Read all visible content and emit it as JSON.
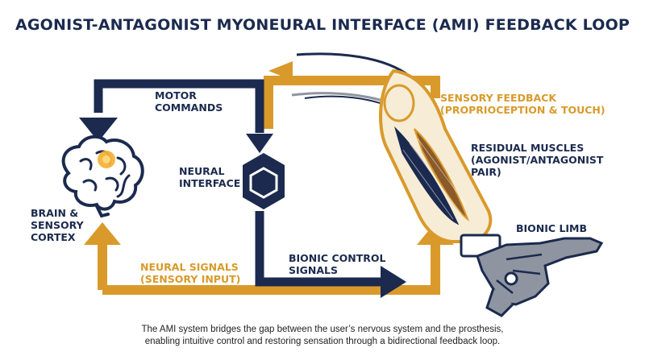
{
  "title": "AGONIST-ANTAGONIST MYONEURAL INTERFACE (AMI) FEEDBACK LOOP",
  "labels": {
    "motor_commands": "MOTOR\nCOMMANDS",
    "neural_interface": "NEURAL\nINTERFACE",
    "brain": "BRAIN &\nSENSORY\nCORTEX",
    "sensory_feedback": "SENSORY FEEDBACK\n(PROPRIOCEPTION & TOUCH)",
    "residual_muscles": "RESIDUAL MUSCLES\n(AGONIST/ANTAGONIST\nPAIR)",
    "bionic_limb": "BIONIC LIMB",
    "bionic_control": "BIONIC CONTROL\nSIGNALS",
    "neural_signals": "NEURAL SIGNALS\n(SENSORY INPUT)"
  },
  "caption": {
    "line1": "The AMI system bridges the gap between the user’s nervous system and the prosthesis,",
    "line2": "enabling intuitive control and restoring sensation through a bidirectional feedback loop."
  },
  "colors": {
    "navy": "#1b2a4e",
    "gold": "#d99a2b",
    "limb_fill": "#f7ecd6",
    "robot_gray": "#8f95a0"
  },
  "icons": [
    "brain-icon",
    "hexagon-interface-icon",
    "bionic-limb-icon"
  ]
}
